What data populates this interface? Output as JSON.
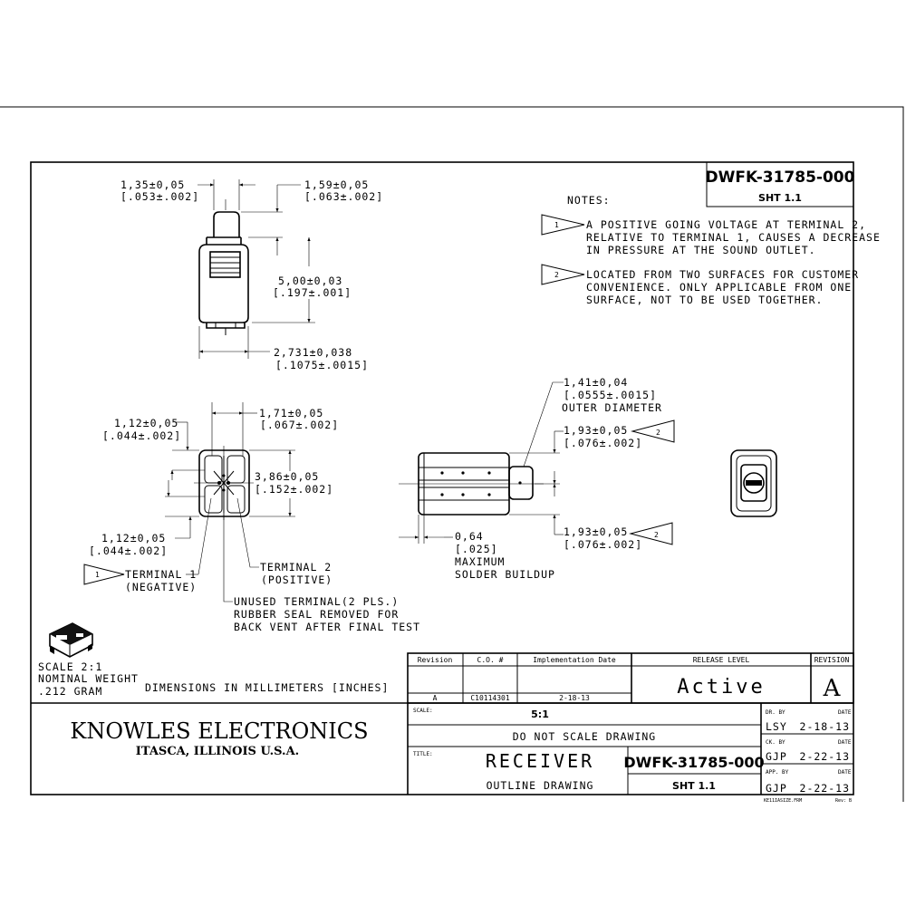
{
  "drawing_number": "DWFK-31785-000",
  "sheet": "SHT 1.1",
  "notes": {
    "heading": "NOTES:",
    "note1": {
      "flag": "1",
      "lines": [
        "A POSITIVE GOING VOLTAGE AT TERMINAL 2,",
        "RELATIVE TO TERMINAL 1, CAUSES A DECREASE",
        "IN PRESSURE AT THE SOUND OUTLET."
      ]
    },
    "note2": {
      "flag": "2",
      "lines": [
        "LOCATED FROM TWO SURFACES FOR CUSTOMER",
        "CONVENIENCE. ONLY APPLICABLE FROM ONE",
        "SURFACE, NOT TO BE USED TOGETHER."
      ]
    }
  },
  "dims": {
    "d1": [
      "1,35±0,05",
      "[.053±.002]"
    ],
    "d2": [
      "1,59±0,05",
      "[.063±.002]"
    ],
    "d3": [
      "5,00±0,03",
      "[.197±.001]"
    ],
    "d4": [
      "2,731±0,038",
      "[.1075±.0015]"
    ],
    "d5": [
      "1,71±0,05",
      "[.067±.002]"
    ],
    "d6": [
      "1,12±0,05",
      "[.044±.002]"
    ],
    "d7": [
      "3,86±0,05",
      "[.152±.002]"
    ],
    "d8": [
      "1,12±0,05",
      "[.044±.002]"
    ],
    "d9": [
      "1,41±0,04",
      "[.0555±.0015]",
      "OUTER DIAMETER"
    ],
    "d10": [
      "1,93±0,05",
      "[.076±.002]"
    ],
    "d11": [
      "1,93±0,05",
      "[.076±.002]"
    ],
    "d12": [
      "0,64",
      "[.025]",
      "MAXIMUM",
      "SOLDER BUILDUP"
    ]
  },
  "callouts": {
    "terminal1": [
      "TERMINAL 1",
      "(NEGATIVE)"
    ],
    "terminal1_flag": "1",
    "terminal2": [
      "TERMINAL 2",
      "(POSITIVE)"
    ],
    "unused": [
      "UNUSED TERMINAL(2 PLS.)",
      "RUBBER SEAL REMOVED FOR",
      "BACK VENT AFTER FINAL TEST"
    ],
    "flag2_top": "2",
    "flag2_bottom": "2"
  },
  "scale_block": {
    "lines": [
      "SCALE  2:1",
      "NOMINAL WEIGHT",
      ".212 GRAM"
    ],
    "units": "DIMENSIONS IN MILLIMETERS [INCHES]"
  },
  "revision_table": {
    "headers": [
      "Revision",
      "C.O. #",
      "Implementation Date"
    ],
    "row": [
      "A",
      "C10114301",
      "2-18-13"
    ],
    "release_label": "RELEASE LEVEL",
    "release_value": "Active",
    "revision_label": "REVISION",
    "revision_value": "A"
  },
  "title_block": {
    "company": "KNOWLES ELECTRONICS",
    "location": "ITASCA, ILLINOIS U.S.A.",
    "scale_label": "SCALE:",
    "scale_value": "5:1",
    "do_not_scale": "DO NOT SCALE DRAWING",
    "title_label": "TITLE:",
    "title": "RECEIVER",
    "subtitle": "OUTLINE DRAWING",
    "drawing_number": "DWFK-31785-000",
    "sheet": "SHT 1.1",
    "dr_label": "DR. BY",
    "dr_date_label": "DATE",
    "dr_by": "LSY",
    "dr_date": "2-18-13",
    "ck_label": "CK. BY",
    "ck_date_label": "DATE",
    "ck_by": "GJP",
    "ck_date": "2-22-13",
    "app_label": "APP. BY",
    "app_date_label": "DATE",
    "app_by": "GJP",
    "app_date": "2-22-13",
    "footer_file": "KE11IASIZE.FRM",
    "footer_rev": "Rev: B"
  }
}
